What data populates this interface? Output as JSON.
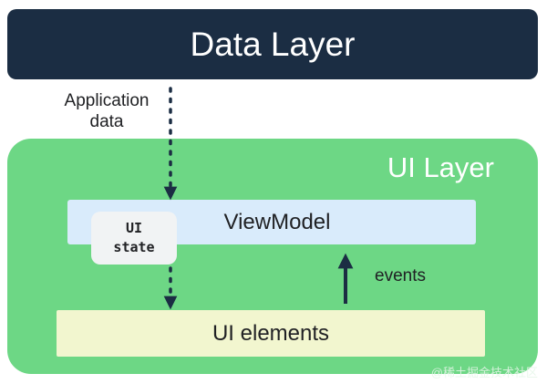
{
  "data_layer": {
    "title": "Data Layer"
  },
  "application_data": {
    "line1": "Application",
    "line2": "data"
  },
  "ui_layer": {
    "title": "UI Layer",
    "viewmodel_label": "ViewModel",
    "ui_state": {
      "line1": "UI",
      "line2": "state"
    },
    "ui_elements_label": "UI elements",
    "events_label": "events"
  },
  "watermark": "@稀土掘金技术社区",
  "colors": {
    "data_layer_bg": "#1b2d43",
    "ui_layer_bg": "#6dd785",
    "viewmodel_bg": "#d9ebfb",
    "ui_elements_bg": "#f2f6cf",
    "ui_state_bg": "#f1f3f4",
    "arrow": "#1b2d43"
  }
}
